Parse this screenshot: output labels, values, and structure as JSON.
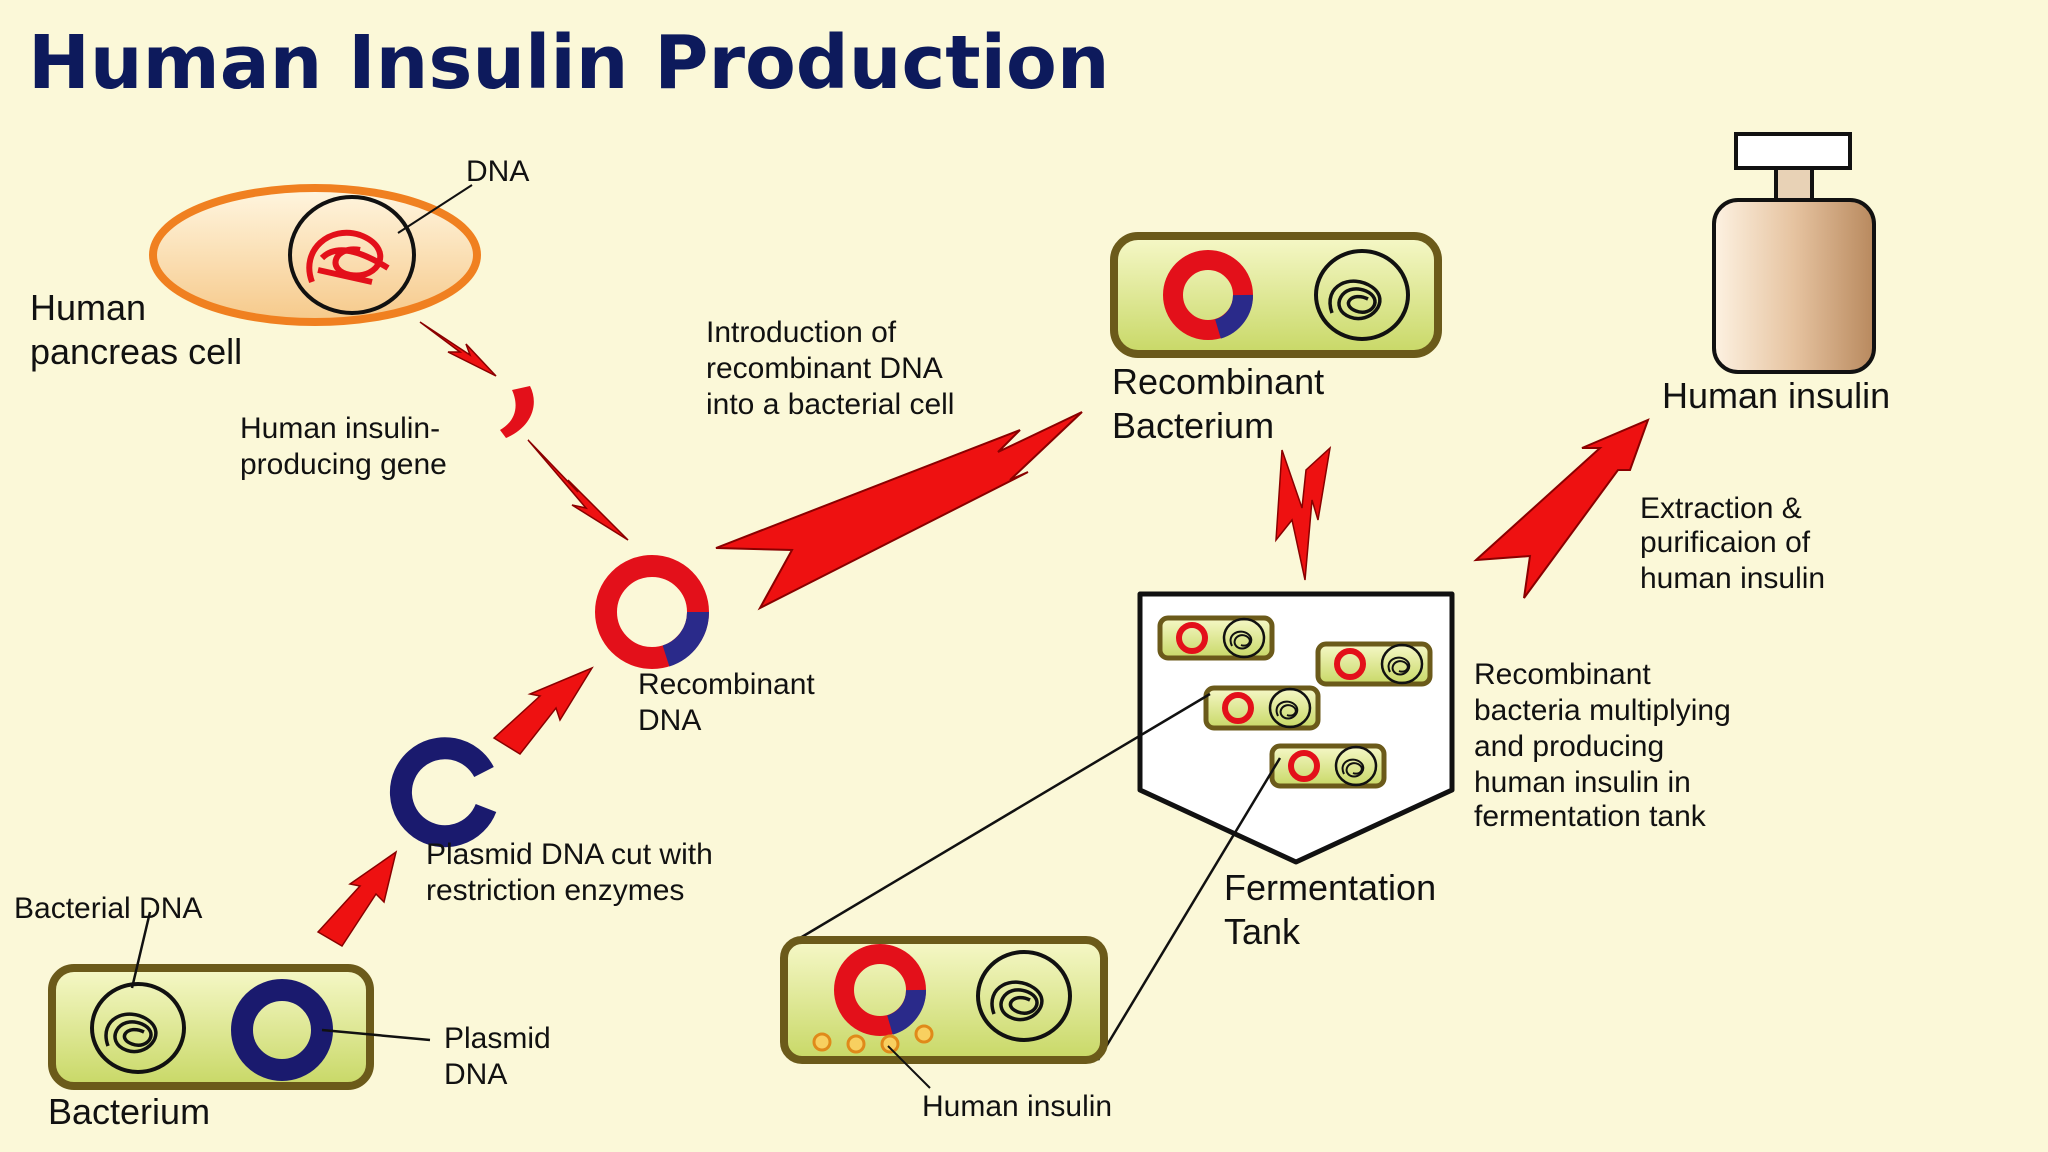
{
  "title": "Human Insulin Production",
  "colors": {
    "background": "#fbf8d8",
    "title": "#0d1a5c",
    "red_dna": "#e3101a",
    "plasmid_blue": "#1a1a6e",
    "arrow": "#ee1111",
    "cell_orange": "#f08020",
    "bacterium_fill": "#dfe79a",
    "bacterium_border": "#6b5a1a",
    "vial": "#d9b48c"
  },
  "labels": {
    "dna": "DNA",
    "pancreas_cell": [
      "Human",
      "pancreas cell"
    ],
    "insulin_gene": [
      "Human insulin-",
      "producing gene"
    ],
    "introduction": [
      "Introduction of",
      "recombinant DNA",
      "into a bacterial cell"
    ],
    "recombinant_bacterium": [
      "Recombinant",
      "Bacterium"
    ],
    "human_insulin_vial": "Human insulin",
    "extraction": [
      "Extraction &",
      "purificaion of",
      "human insulin"
    ],
    "recombinant_dna": [
      "Recombinant",
      "DNA"
    ],
    "plasmid_cut": [
      "Plasmid DNA cut with",
      "restriction enzymes"
    ],
    "bacterial_dna": "Bacterial DNA",
    "plasmid_dna": [
      "Plasmid",
      "DNA"
    ],
    "bacterium": "Bacterium",
    "multiplying": [
      "Recombinant",
      "bacteria multiplying",
      "and producing",
      "human insulin in",
      "fermentation tank"
    ],
    "fermentation_tank": [
      "Fermentation",
      "Tank"
    ],
    "human_insulin_bottom": "Human insulin"
  }
}
